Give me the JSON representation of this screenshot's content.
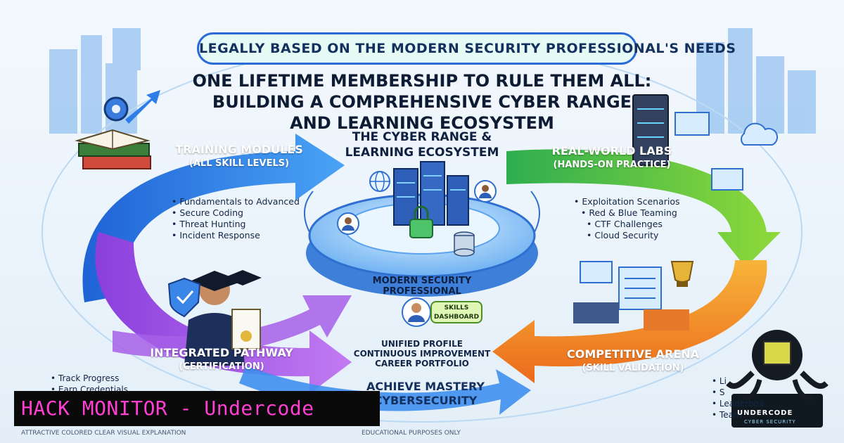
{
  "banner": "LEGALLY BASED ON THE MODERN SECURITY PROFESSIONAL'S NEEDS",
  "headline": [
    "ONE LIFETIME MEMBERSHIP TO RULE THEM ALL:",
    "BUILDING A COMPREHENSIVE CYBER RANGE",
    "AND LEARNING ECOSYSTEM"
  ],
  "hub": {
    "title_line1": "THE CYBER RANGE &",
    "title_line2": "LEARNING ECOSYSTEM",
    "core_line1": "MODERN SECURITY",
    "core_line2": "PROFESSIONAL",
    "skills_line1": "SKILLS",
    "skills_line2": "DASHBOARD",
    "unified": [
      "UNIFIED PROFILE",
      "CONTINUOUS IMPROVEMENT",
      "CAREER PORTFOLIO"
    ]
  },
  "training": {
    "title": "TRAINING MODULES",
    "subtitle": "(ALL SKILL LEVELS)",
    "items": [
      "Fundamentals to Advanced",
      "Secure Coding",
      "Threat Hunting",
      "Incident Response"
    ]
  },
  "labs": {
    "title": "REAL-WORLD LABS",
    "subtitle": "(HANDS-ON PRACTICE)",
    "items": [
      "Exploitation Scenarios",
      "Red & Blue Teaming",
      "CTF Challenges",
      "Cloud Security"
    ]
  },
  "arena": {
    "title": "COMPETITIVE ARENA",
    "subtitle": "(SKILL VALIDATION)",
    "items": [
      "Li",
      "S",
      "Leaderboa",
      "Team"
    ]
  },
  "pathway": {
    "title": "INTEGRATED PATHWAY",
    "subtitle": "(CERTIFICATION)",
    "items": [
      "Track Progress",
      "Earn Credentials"
    ]
  },
  "mastery": {
    "line1": "ACHIEVE MASTERY",
    "line2": "CYBERSECURITY"
  },
  "overlay": "HACK MONITOR - Undercode",
  "logo": {
    "name": "UNDERCODE",
    "tagline": "CYBER SECURITY"
  },
  "footer": {
    "left": "ATTRACTIVE COLORED CLEAR VISUAL EXPLANATION",
    "middle": "EDUCATIONAL PURPOSES ONLY"
  },
  "colors": {
    "blue_arrow": "#2f7ee8",
    "green_arrow": "#3fbf4a",
    "orange_arrow": "#f28a1e",
    "purple_arrow": "#9b4fe0",
    "hub_blue": "#3a86e8",
    "overlay_text": "#ff3fd1"
  },
  "icons": [
    "book-stack-icon",
    "gear-icon",
    "server-rack-icon",
    "padlock-icon",
    "shield-check-icon",
    "graduation-cap-icon",
    "trophy-icon",
    "globe-icon",
    "database-icon",
    "octopus-logo-icon"
  ]
}
